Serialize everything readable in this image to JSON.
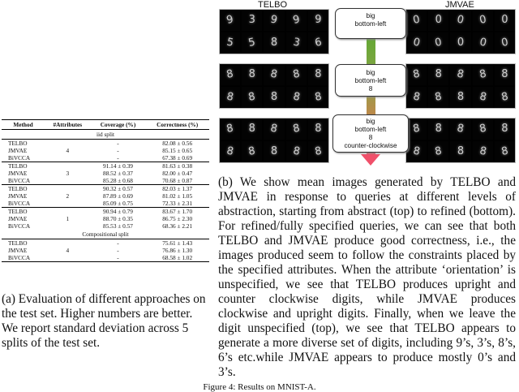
{
  "figure": {
    "left_label": "TELBO",
    "right_label": "JMVAE",
    "queries": [
      {
        "lines": [
          "big",
          "bottom-left"
        ]
      },
      {
        "lines": [
          "big",
          "bottom-left",
          "8"
        ]
      },
      {
        "lines": [
          "big",
          "bottom-left",
          "8",
          "counter-clockwise"
        ]
      }
    ],
    "telbo_grids": [
      [
        "9",
        "3",
        "9",
        "9",
        "9",
        "5",
        "5",
        "8",
        "3",
        "6"
      ],
      [
        "8",
        "8",
        "8",
        "8",
        "8",
        "8",
        "8",
        "8",
        "8",
        "8"
      ],
      [
        "8",
        "8",
        "8",
        "8",
        "8",
        "8",
        "8",
        "8",
        "8",
        "8"
      ]
    ],
    "jmvae_grids": [
      [
        "0",
        "0",
        "0",
        "0",
        "0",
        "0",
        "0",
        "0",
        "0",
        "0"
      ],
      [
        "8",
        "8",
        "8",
        "8",
        "8",
        "8",
        "8",
        "8",
        "8",
        "8"
      ],
      [
        "8",
        "8",
        "8",
        "8",
        "8",
        "8",
        "8",
        "8",
        "8",
        "8"
      ]
    ],
    "arrow_colors": [
      "#5fa832",
      "#f0506a"
    ]
  },
  "table": {
    "headers": [
      "Method",
      "#Attributes",
      "Coverage (%)",
      "Correctness (%)"
    ],
    "sections": [
      {
        "title": "iid split",
        "groups": [
          {
            "attributes": "4",
            "rows": [
              {
                "method": "TELBO",
                "coverage": "-",
                "correctness": "82.08 ± 0.56"
              },
              {
                "method": "JMVAE",
                "coverage": "-",
                "correctness": "85.15 ± 0.65"
              },
              {
                "method": "BiVCCA",
                "coverage": "-",
                "correctness": "67.38 ± 0.69"
              }
            ]
          },
          {
            "attributes": "3",
            "rows": [
              {
                "method": "TELBO",
                "coverage": "91.14 ± 0.39",
                "correctness": "81.63 ± 0.38"
              },
              {
                "method": "JMVAE",
                "coverage": "88.52 ± 0.37",
                "correctness": "82.00 ± 0.47"
              },
              {
                "method": "BiVCCA",
                "coverage": "85.28 ± 0.68",
                "correctness": "70.68 ± 0.87"
              }
            ]
          },
          {
            "attributes": "2",
            "rows": [
              {
                "method": "TELBO",
                "coverage": "90.32 ± 0.57",
                "correctness": "82.03 ± 1.37"
              },
              {
                "method": "JMVAE",
                "coverage": "87.89 ± 0.69",
                "correctness": "81.02 ± 1.05"
              },
              {
                "method": "BiVCCA",
                "coverage": "85.09 ± 0.75",
                "correctness": "72.33 ± 2.31"
              }
            ]
          },
          {
            "attributes": "1",
            "rows": [
              {
                "method": "TELBO",
                "coverage": "90.94 ± 0.79",
                "correctness": "83.67 ± 1.70"
              },
              {
                "method": "JMVAE",
                "coverage": "88.70 ± 0.35",
                "correctness": "86.75 ± 2.30"
              },
              {
                "method": "BiVCCA",
                "coverage": "85.53 ± 0.57",
                "correctness": "68.36 ± 2.21"
              }
            ]
          }
        ]
      },
      {
        "title": "Compositional split",
        "groups": [
          {
            "attributes": "4",
            "rows": [
              {
                "method": "TELBO",
                "coverage": "-",
                "correctness": "75.61 ± 1.43"
              },
              {
                "method": "JMVAE",
                "coverage": "-",
                "correctness": "76.86 ± 1.30"
              },
              {
                "method": "BiVCCA",
                "coverage": "-",
                "correctness": "68.58 ± 1.02"
              }
            ]
          }
        ]
      }
    ]
  },
  "caption_a": "(a) Evaluation of different approaches on the test set. Higher numbers are better. We report standard deviation across 5 splits of the test set.",
  "caption_b": "(b) We show mean images generated by TELBO and JMVAE in response to queries at different levels of abstraction, starting from abstract (top) to refined (bottom). For refined/fully specified queries, we can see that both TELBO and JMVAE produce good correctness, i.e., the images produced seem to follow the constraints placed by the specified attributes. When the attribute ‘orientation’ is unspecified, we see that TELBO produces upright and counter clockwise digits, while JMVAE produces clockwise and upright digits. Finally, when we leave the digit unspecified (top), we see that TELBO appears to generate a more diverse set of digits, including 9’s, 3’s, 8’s, 6’s etc.while JMVAE appears to produce mostly 0’s and 3’s.",
  "figure_caption": "Figure 4: Results on MNIST-A."
}
